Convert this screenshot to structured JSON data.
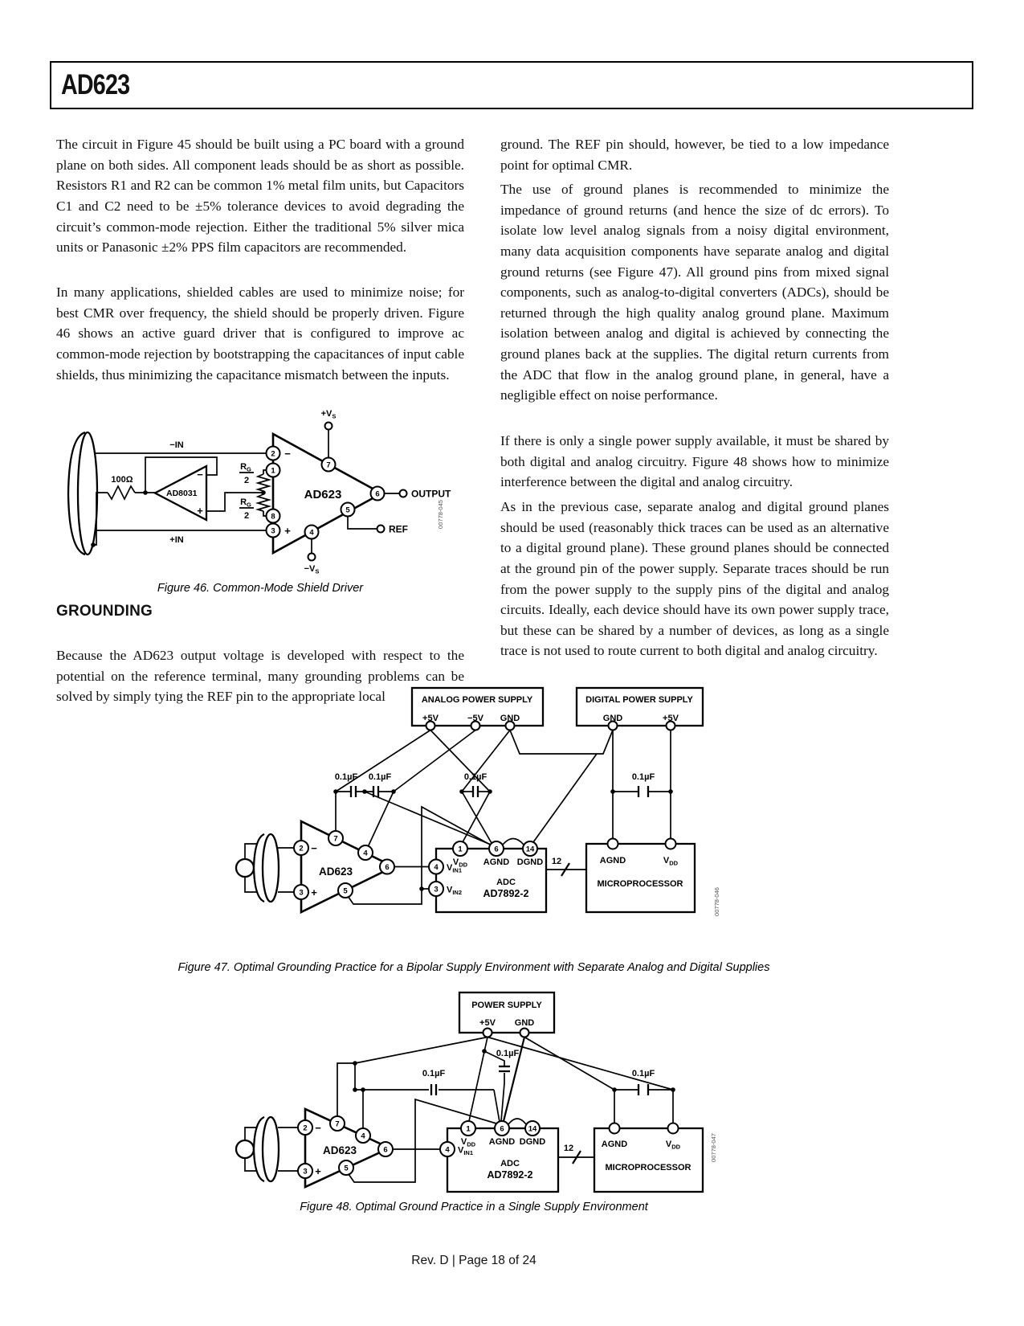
{
  "header": {
    "part": "AD623"
  },
  "left_col": {
    "p1": "The circuit in Figure 45 should be built using a PC board with a ground plane on both sides. All component leads should be as short as possible. Resistors R1 and R2 can be common 1% metal film units, but Capacitors C1 and C2 need to be ±5% tolerance devices to avoid degrading the circuit’s common-mode rejection. Either the traditional 5% silver mica units or Panasonic ±2% PPS film capacitors are recommended.",
    "p2": "In many applications, shielded cables are used to minimize noise; for best CMR over frequency, the shield should be properly driven. Figure 46 shows an active guard driver that is configured to improve ac common-mode rejection by bootstrapping the capacitances of input cable shields, thus minimizing the capacitance mismatch between the inputs.",
    "heading": "GROUNDING",
    "p3": "Because the AD623 output voltage is developed with respect to the potential on the reference terminal, many grounding problems can be solved by simply tying the REF pin to the appropriate local"
  },
  "right_col": {
    "p1": "ground. The REF pin should, however, be tied to a low impedance point for optimal CMR.",
    "p2": "The use of ground planes is recommended to minimize the impedance of ground returns (and hence the size of dc errors). To isolate low level analog signals from a noisy digital environment, many data acquisition components have separate analog and digital ground returns (see Figure 47). All ground pins from mixed signal components, such as analog-to-digital converters (ADCs), should be returned through the high quality analog ground plane. Maximum isolation between analog and digital is achieved by connecting the ground planes back at the supplies. The digital return currents from the ADC that flow in the analog ground plane, in general, have a negligible effect on noise performance.",
    "p3": "If there is only a single power supply available, it must be shared by both digital and analog circuitry. Figure 48 shows how to minimize interference between the digital and analog circuitry.",
    "p4": "As in the previous case, separate analog and digital ground planes should be used (reasonably thick traces can be used as an alternative to a digital ground plane). These ground planes should be connected at the ground pin of the power supply. Separate traces should be run from the power supply to the supply pins of the digital and analog circuits. Ideally, each device should have its own power supply trace, but these can be shared by a number of devices, as long as a single trace is not used to route current to both digital and analog circuitry."
  },
  "fig46": {
    "caption": "Figure 46. Common-Mode Shield Driver",
    "code": "00778-045",
    "neg_in": "−IN",
    "pos_in": "+IN",
    "res": "100Ω",
    "buffer": "AD8031",
    "amp": "AD623",
    "minus": "−",
    "plus": "+",
    "rg_r": "R",
    "rg_g": "G",
    "rg_den": "2",
    "vpos": "+V",
    "vneg": "−V",
    "v_sub": "S",
    "output": "OUTPUT",
    "ref": "REF",
    "pins": {
      "n1": "1",
      "n2": "2",
      "n3": "3",
      "n4": "4",
      "n5": "5",
      "n6": "6",
      "n7": "7",
      "n8": "8"
    }
  },
  "fig47": {
    "caption": "Figure 47. Optimal Grounding Practice for a Bipolar Supply Environment with Separate Analog and Digital Supplies",
    "code": "00778-046",
    "aps_title": "ANALOG POWER SUPPLY",
    "aps_p5": "+5V",
    "aps_n5": "−5V",
    "aps_gnd": "GND",
    "dps_title": "DIGITAL POWER SUPPLY",
    "dps_gnd": "GND",
    "dps_p5": "+5V",
    "cap": "0.1µF",
    "amp": "AD623",
    "minus": "−",
    "plus": "+",
    "adc_name": "ADC",
    "adc_part": "AD7892-2",
    "v": "V",
    "vdd_sub": "DD",
    "agnd": "AGND",
    "dgnd": "DGND",
    "vin1_sub": "IN1",
    "vin2_sub": "IN2",
    "bus": "12",
    "micro": "MICROPROCESSOR",
    "pins": {
      "n1": "1",
      "n2": "2",
      "n3": "3",
      "n4": "4",
      "n5": "5",
      "n6": "6",
      "n7": "7",
      "n14": "14"
    }
  },
  "fig48": {
    "caption": "Figure 48. Optimal Ground Practice in a Single Supply Environment",
    "code": "00778-047",
    "ps_title": "POWER SUPPLY",
    "ps_p5": "+5V",
    "ps_gnd": "GND",
    "cap": "0.1µF",
    "amp": "AD623",
    "minus": "−",
    "plus": "+",
    "adc_name": "ADC",
    "adc_part": "AD7892-2",
    "v": "V",
    "vdd_sub": "DD",
    "agnd": "AGND",
    "dgnd": "DGND",
    "vin1_sub": "IN1",
    "bus": "12",
    "micro": "MICROPROCESSOR",
    "pins": {
      "n1": "1",
      "n2": "2",
      "n3": "3",
      "n4": "4",
      "n5": "5",
      "n6": "6",
      "n7": "7",
      "n14": "14"
    }
  },
  "footer": {
    "text": "Rev. D | Page 18 of 24"
  }
}
